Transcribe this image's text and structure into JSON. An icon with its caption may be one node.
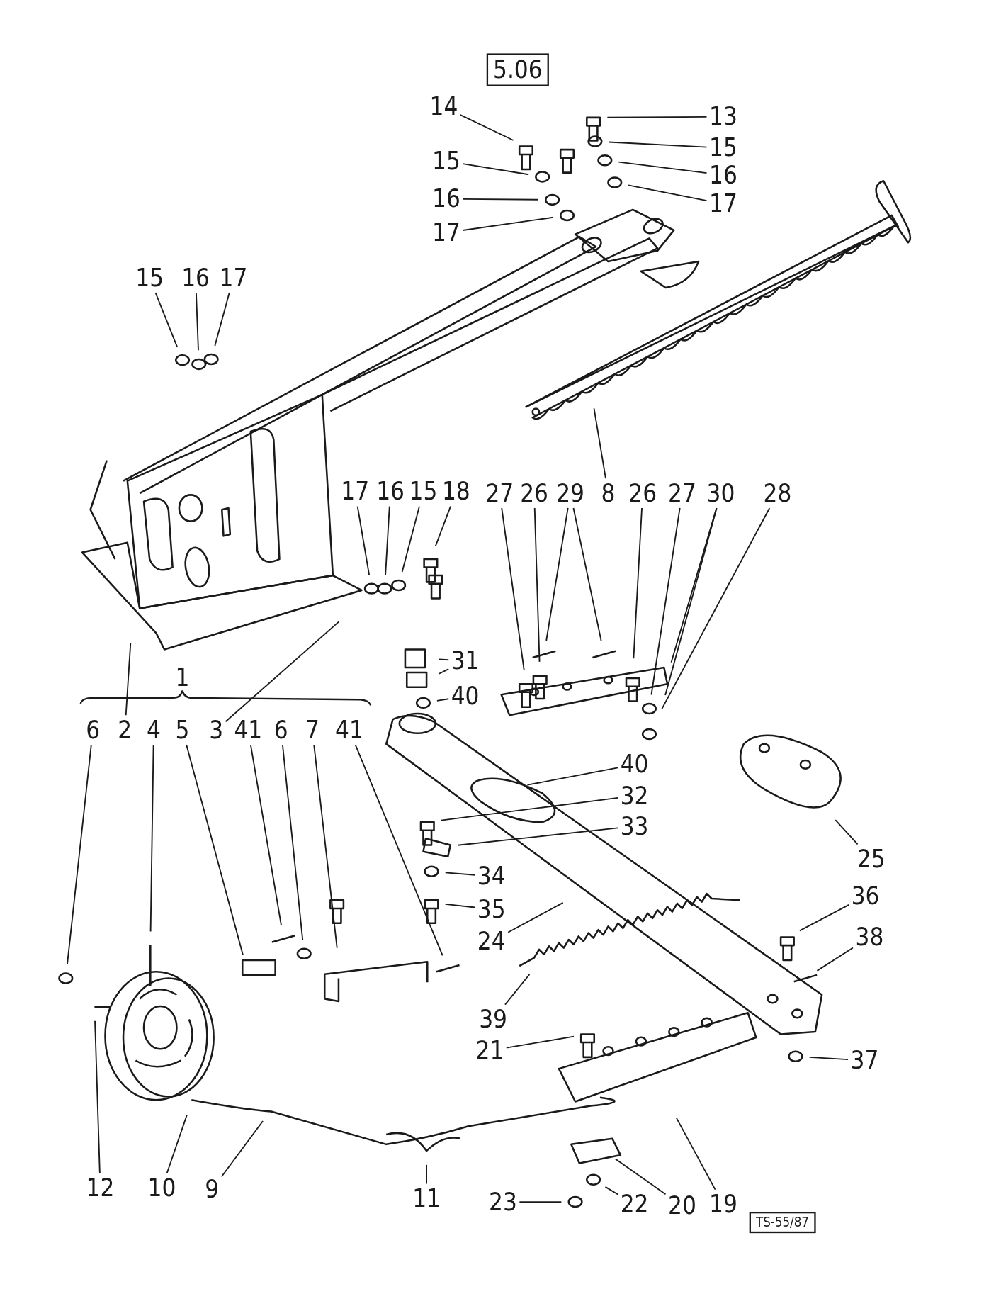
{
  "diagram": {
    "nodes": [
      {
        "text": [
          "14"
        ]
      },
      {
        "text": [
          "13"
        ]
      },
      {
        "text": [
          "15"
        ]
      },
      {
        "text": [
          "16"
        ]
      },
      {
        "text": [
          "17"
        ]
      },
      {
        "text": [
          "15"
        ]
      },
      {
        "text": [
          "16"
        ]
      },
      {
        "text": [
          "17"
        ]
      },
      {
        "text": [
          "15"
        ]
      },
      {
        "text": [
          "16"
        ]
      },
      {
        "text": [
          "17"
        ]
      },
      {
        "text": [
          "17"
        ]
      },
      {
        "text": [
          "16"
        ]
      },
      {
        "text": [
          "15"
        ]
      },
      {
        "text": [
          "18"
        ]
      },
      {
        "text": [
          "27"
        ]
      },
      {
        "text": [
          "26"
        ]
      },
      {
        "text": [
          "29"
        ]
      },
      {
        "text": [
          "8"
        ]
      },
      {
        "text": [
          "26"
        ]
      },
      {
        "text": [
          "27"
        ]
      },
      {
        "text": [
          "30"
        ]
      },
      {
        "text": [
          "28"
        ]
      },
      {
        "text": [
          "31"
        ]
      },
      {
        "text": [
          "40"
        ]
      },
      {
        "text": [
          "6"
        ]
      },
      {
        "text": [
          "2"
        ]
      },
      {
        "text": [
          "4"
        ]
      },
      {
        "text": [
          "5"
        ]
      },
      {
        "text": [
          "3"
        ]
      },
      {
        "text": [
          "41"
        ]
      },
      {
        "text": [
          "6"
        ]
      },
      {
        "text": [
          "7"
        ]
      },
      {
        "text": [
          "41"
        ]
      },
      {
        "text": [
          "40"
        ]
      },
      {
        "text": [
          "32"
        ]
      },
      {
        "text": [
          "33"
        ]
      },
      {
        "text": [
          "25"
        ]
      },
      {
        "text": [
          "34"
        ]
      },
      {
        "text": [
          "36"
        ]
      },
      {
        "text": [
          "35"
        ]
      },
      {
        "text": [
          "38"
        ]
      },
      {
        "text": [
          "24"
        ]
      },
      {
        "text": [
          "39"
        ]
      },
      {
        "text": [
          "21"
        ]
      },
      {
        "text": [
          "37"
        ]
      },
      {
        "text": [
          "12"
        ]
      },
      {
        "text": [
          "10"
        ]
      },
      {
        "text": [
          "9"
        ]
      },
      {
        "text": [
          "11"
        ]
      },
      {
        "text": [
          "23"
        ]
      },
      {
        "text": [
          "22"
        ]
      },
      {
        "text": [
          "20"
        ]
      },
      {
        "text": [
          "19"
        ]
      }
    ],
    "edges": [
      {
        "from": 0,
        "to": null,
        "arrow": "none"
      },
      {
        "from": 1,
        "to": null,
        "arrow": "none"
      },
      {
        "from": 2,
        "to": null,
        "arrow": "none"
      },
      {
        "from": 3,
        "to": null,
        "arrow": "none"
      },
      {
        "from": 4,
        "to": null,
        "arrow": "none"
      },
      {
        "from": 5,
        "to": null,
        "arrow": "none"
      },
      {
        "from": 6,
        "to": null,
        "arrow": "none"
      },
      {
        "from": 7,
        "to": null,
        "arrow": "none"
      },
      {
        "from": 8,
        "to": null,
        "arrow": "none"
      },
      {
        "from": 9,
        "to": null,
        "arrow": "none"
      },
      {
        "from": 10,
        "to": null,
        "arrow": "none"
      },
      {
        "from": 11,
        "to": null,
        "arrow": "none"
      },
      {
        "from": 12,
        "to": null,
        "arrow": "none"
      },
      {
        "from": 13,
        "to": null,
        "arrow": "none"
      },
      {
        "from": 14,
        "to": null,
        "arrow": "none"
      },
      {
        "from": 15,
        "to": null,
        "arrow": "none"
      },
      {
        "from": 16,
        "to": null,
        "arrow": "none"
      },
      {
        "from": 17,
        "to": null,
        "arrow": "none"
      },
      {
        "from": 17,
        "to": null,
        "arrow": "none"
      },
      {
        "from": 18,
        "to": null,
        "arrow": "none"
      },
      {
        "from": 19,
        "to": null,
        "arrow": "none"
      },
      {
        "from": 20,
        "to": null,
        "arrow": "none"
      },
      {
        "from": 21,
        "to": null,
        "arrow": "none"
      },
      {
        "from": 21,
        "to": null,
        "arrow": "none"
      },
      {
        "from": 22,
        "to": null,
        "arrow": "none"
      },
      {
        "from": 23,
        "to": null,
        "arrow": "none"
      },
      {
        "from": 23,
        "to": null,
        "arrow": "none"
      },
      {
        "from": 24,
        "to": null,
        "arrow": "none"
      },
      {
        "from": 25,
        "to": null,
        "arrow": "none"
      },
      {
        "from": 26,
        "to": null,
        "arrow": "none"
      },
      {
        "from": 27,
        "to": null,
        "arrow": "none"
      },
      {
        "from": 28,
        "to": null,
        "arrow": "none"
      },
      {
        "from": 29,
        "to": null,
        "arrow": "none"
      },
      {
        "from": 30,
        "to": null,
        "arrow": "none"
      },
      {
        "from": 31,
        "to": null,
        "arrow": "none"
      },
      {
        "from": 32,
        "to": null,
        "arrow": "none"
      },
      {
        "from": 33,
        "to": null,
        "arrow": "none"
      },
      {
        "from": 34,
        "to": null,
        "arrow": "none"
      },
      {
        "from": 35,
        "to": null,
        "arrow": "none"
      },
      {
        "from": 36,
        "to": null,
        "arrow": "none"
      },
      {
        "from": 37,
        "to": null,
        "arrow": "none"
      },
      {
        "from": 38,
        "to": null,
        "arrow": "none"
      },
      {
        "from": 39,
        "to": null,
        "arrow": "none"
      },
      {
        "from": 40,
        "to": null,
        "arrow": "none"
      },
      {
        "from": 41,
        "to": null,
        "arrow": "none"
      },
      {
        "from": 42,
        "to": null,
        "arrow": "none"
      },
      {
        "from": 43,
        "to": null,
        "arrow": "none"
      },
      {
        "from": 44,
        "to": null,
        "arrow": "none"
      },
      {
        "from": 45,
        "to": null,
        "arrow": "none"
      },
      {
        "from": 46,
        "to": null,
        "arrow": "none"
      },
      {
        "from": 47,
        "to": null,
        "arrow": "none"
      },
      {
        "from": 48,
        "to": null,
        "arrow": "none"
      },
      {
        "from": 49,
        "to": null,
        "arrow": "none"
      },
      {
        "from": 50,
        "to": null,
        "arrow": "none"
      },
      {
        "from": 51,
        "to": null,
        "arrow": "none"
      },
      {
        "from": 52,
        "to": null,
        "arrow": "none"
      },
      {
        "from": 53,
        "to": null,
        "arrow": "none"
      }
    ],
    "labels": [
      "5.06",
      "1",
      "TS-55/87"
    ]
  }
}
